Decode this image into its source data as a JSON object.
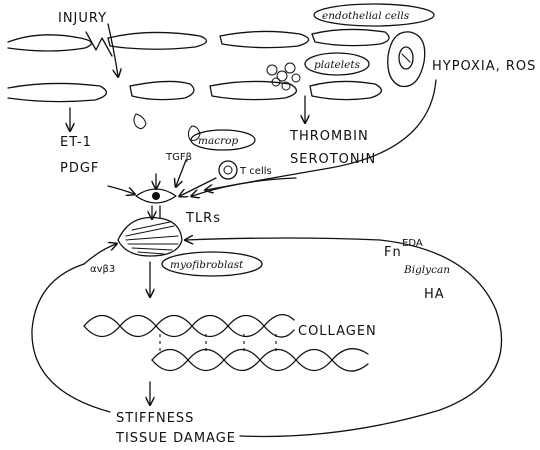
{
  "labels": {
    "injury": "INJURY",
    "endothelial_cells": "endothelial cells",
    "platelets": "platelets",
    "hypoxia_ros": "HYPOXIA, ROS",
    "et1": "ET-1",
    "pdgf": "PDGF",
    "tgfb": "TGFβ",
    "macrop": "macrop",
    "tcells": "T cells",
    "thrombin": "THROMBIN",
    "serotonin": "SEROTONIN",
    "tlrs": "TLRs",
    "fn": "Fn",
    "eda": "EDA",
    "biglycan": "Biglycan",
    "ha": "HA",
    "avb3": "αvβ3",
    "myofibroblast": "myofibroblast",
    "collagen": "COLLAGEN",
    "stiffness": "STIFFNESS",
    "tissue_damage": "TISSUE DAMAGE"
  }
}
